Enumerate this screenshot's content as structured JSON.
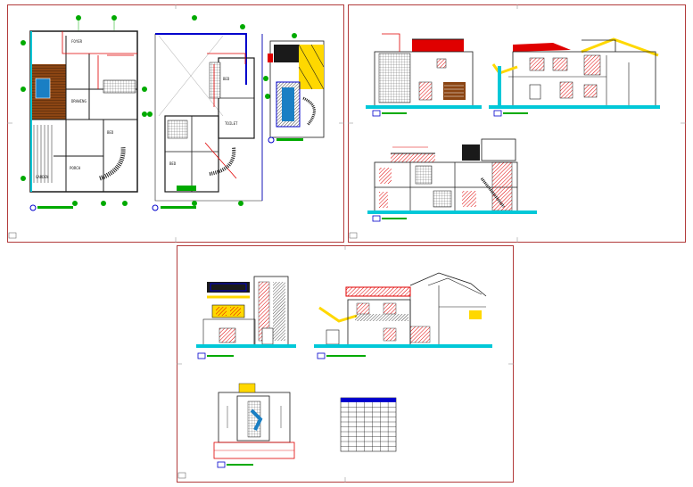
{
  "sheets": [
    {
      "id": "sheet-floor-plans"
    },
    {
      "id": "sheet-elevations-sections"
    },
    {
      "id": "sheet-elevations-site"
    }
  ],
  "colors": {
    "sheet_border": "#b23b3b",
    "wall_blue": "#0000cc",
    "accent_red": "#e00000",
    "hatch_brown": "#8b4513",
    "grid_green": "#00aa00",
    "roof_yellow": "#ffd800",
    "cyan": "#00c8d8",
    "dark": "#1a1a1a"
  },
  "icons": [
    "north-arrow-icon",
    "grid-bubble-icon"
  ],
  "schedule_table": {
    "rows": 10,
    "cols": 7
  }
}
